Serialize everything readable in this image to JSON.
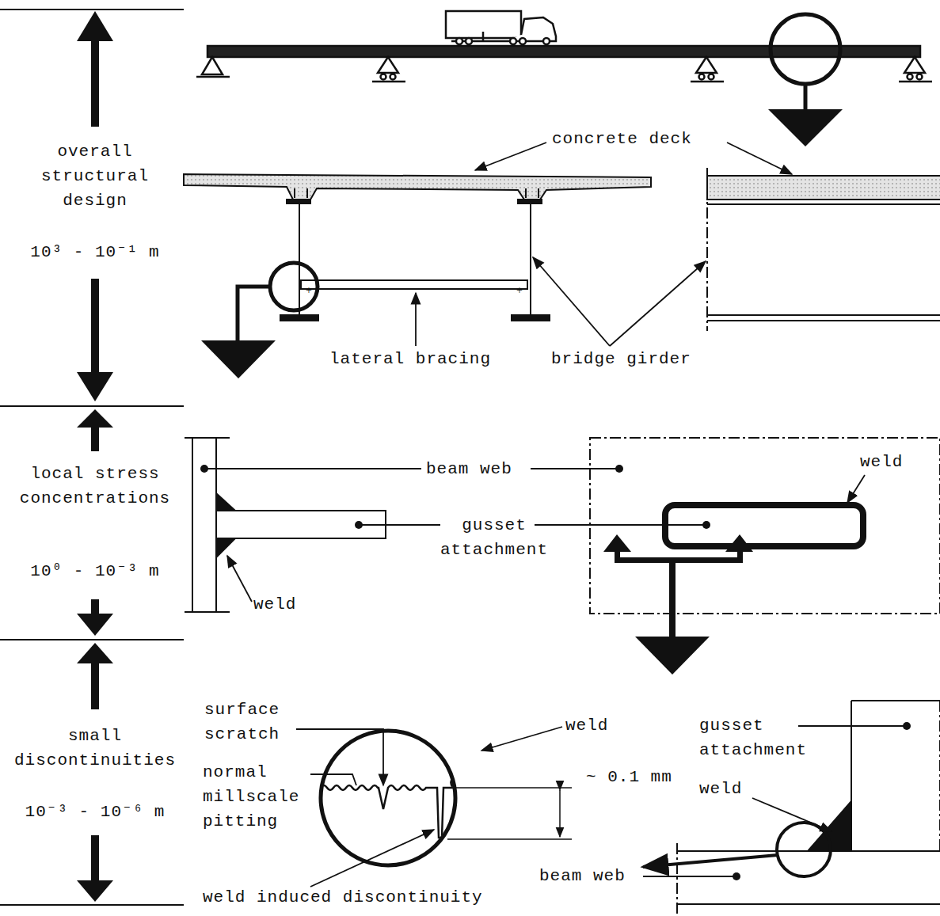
{
  "diagram": {
    "labels": [
      "overall structural design",
      "10³ - 10⁻¹ m",
      "concrete deck",
      "lateral bracing",
      "bridge girder",
      "local stress concentrations",
      "10⁰ - 10⁻³ m",
      "beam web",
      "weld",
      "gusset attachment",
      "weld",
      "small discontinuities",
      "10⁻³ - 10⁻⁶ m",
      "surface scratch",
      "weld",
      "normal millscale pitting",
      "~ 0.1 mm",
      "weld induced discontinuity",
      "gusset attachment",
      "weld",
      "beam web"
    ]
  }
}
